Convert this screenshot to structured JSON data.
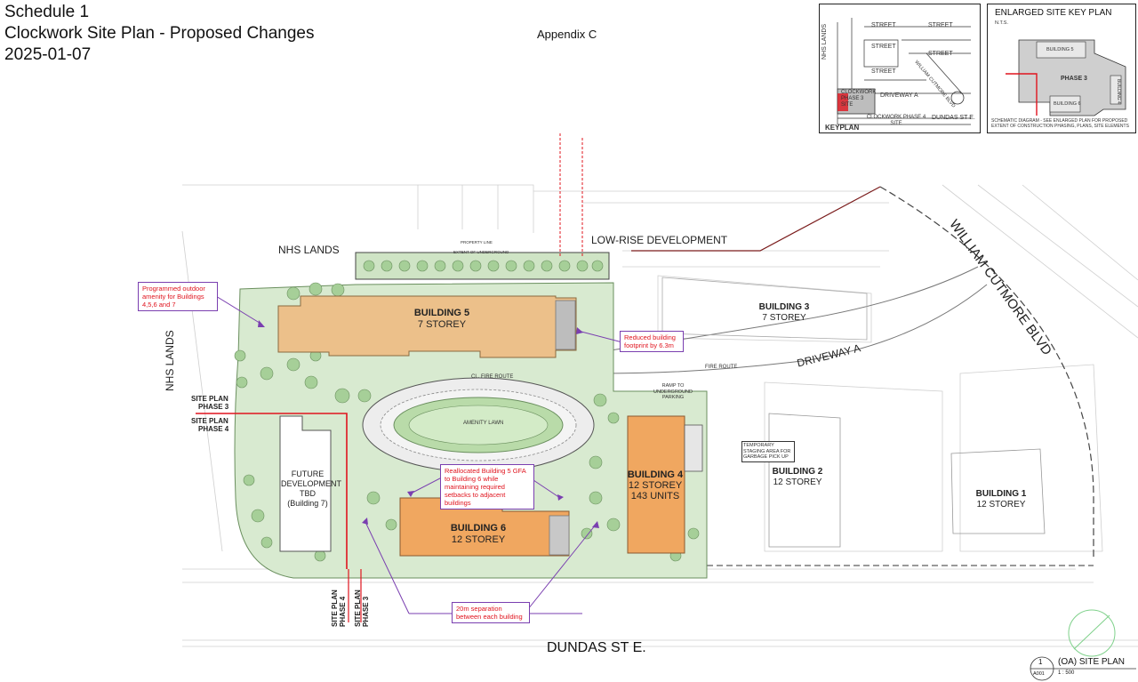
{
  "header": {
    "title_line1": "Schedule 1",
    "title_line2": "Clockwork Site Plan - Proposed Changes",
    "date": "2025-01-07",
    "appendix": "Appendix C"
  },
  "keyplan": {
    "label": "KEYPLAN",
    "scale": "N.T.S.",
    "streets": [
      "STREET",
      "STREET",
      "STREET",
      "STREET",
      "STREET"
    ],
    "nhs_lands": "NHS LANDS",
    "site": "CLOCKWORK PHASE 3 SITE",
    "driveway": "DRIVEWAY A",
    "cutmore": "WILLIAM CUTMORE BLVD",
    "clockwork": "CLOCKWORK PHASE 4 SITE",
    "dundas": "DUNDAS ST E."
  },
  "enlarged": {
    "title": "ENLARGED SITE KEY PLAN",
    "scale": "N.T.S.",
    "building5": "BUILDING 5",
    "building6": "BUILDING 6",
    "building4": "BUILDING 4",
    "phase3": "PHASE 3",
    "note": "SCHEMATIC DIAGRAM - SEE ENLARGED PLAN FOR PROPOSED EXTENT OF CONSTRUCTION PHASING, PLANS, SITE ELEMENTS"
  },
  "plan": {
    "nhs_lands_top": "NHS LANDS",
    "nhs_lands_left": "NHS LANDS",
    "low_rise": "LOW-RISE DEVELOPMENT",
    "william_cutmore": "WILLIAM CUTMORE BLVD",
    "driveway": "DRIVEWAY A",
    "dundas": "DUNDAS ST E.",
    "fire_route": "CL. FIRE ROUTE",
    "fire_route2": "FIRE ROUTE",
    "amenity_lawn": "AMENITY LAWN",
    "ramp": "RAMP TO UNDERGROUND PARKING",
    "temp_staging": "TEMPORARY STAGING AREA FOR GARBAGE PICK UP",
    "property_line": "PROPERTY LINE",
    "extent_underground": "EXTENT OF UNDERGROUND",
    "site_plan_phase3": [
      "SITE PLAN",
      "PHASE 3"
    ],
    "site_plan_phase4": [
      "SITE PLAN",
      "PHASE 4"
    ],
    "future_dev": [
      "FUTURE",
      "DEVELOPMENT",
      "TBD",
      "(Building 7)"
    ],
    "b5": {
      "name": "BUILDING 5",
      "storey": "7 STOREY"
    },
    "b6": {
      "name": "BUILDING 6",
      "storey": "12 STOREY"
    },
    "b4": {
      "name": "BUILDING 4",
      "storey": "12 STOREY",
      "units": "143 UNITS"
    },
    "b3": {
      "name": "BUILDING 3",
      "storey": "7 STOREY"
    },
    "b2": {
      "name": "BUILDING 2",
      "storey": "12 STOREY"
    },
    "b1": {
      "name": "BUILDING 1",
      "storey": "12 STOREY"
    }
  },
  "notes": {
    "amenity": "Programmed outdoor amenity for Buildings 4,5,6 and 7",
    "footprint": "Reduced building footprint by 6.3m",
    "gfa": "Reallocated Building 5 GFA to Building 6 while maintaining required setbacks to adjacent buildings",
    "separation": "20m separation between each building"
  },
  "titleblock": {
    "num": "1",
    "sheet": "A001",
    "title": "(OA) SITE PLAN",
    "scale": "1 : 500"
  },
  "colors": {
    "building_tan": "#ecc08a",
    "building_orange": "#f0a760",
    "landscape_green": "#d8ead0",
    "tree_green": "#a6cf98",
    "road_grey": "#e6e6e6",
    "note_red": "#e0141e",
    "note_border": "#7a3fb0",
    "phase_line": "#e0141e"
  }
}
